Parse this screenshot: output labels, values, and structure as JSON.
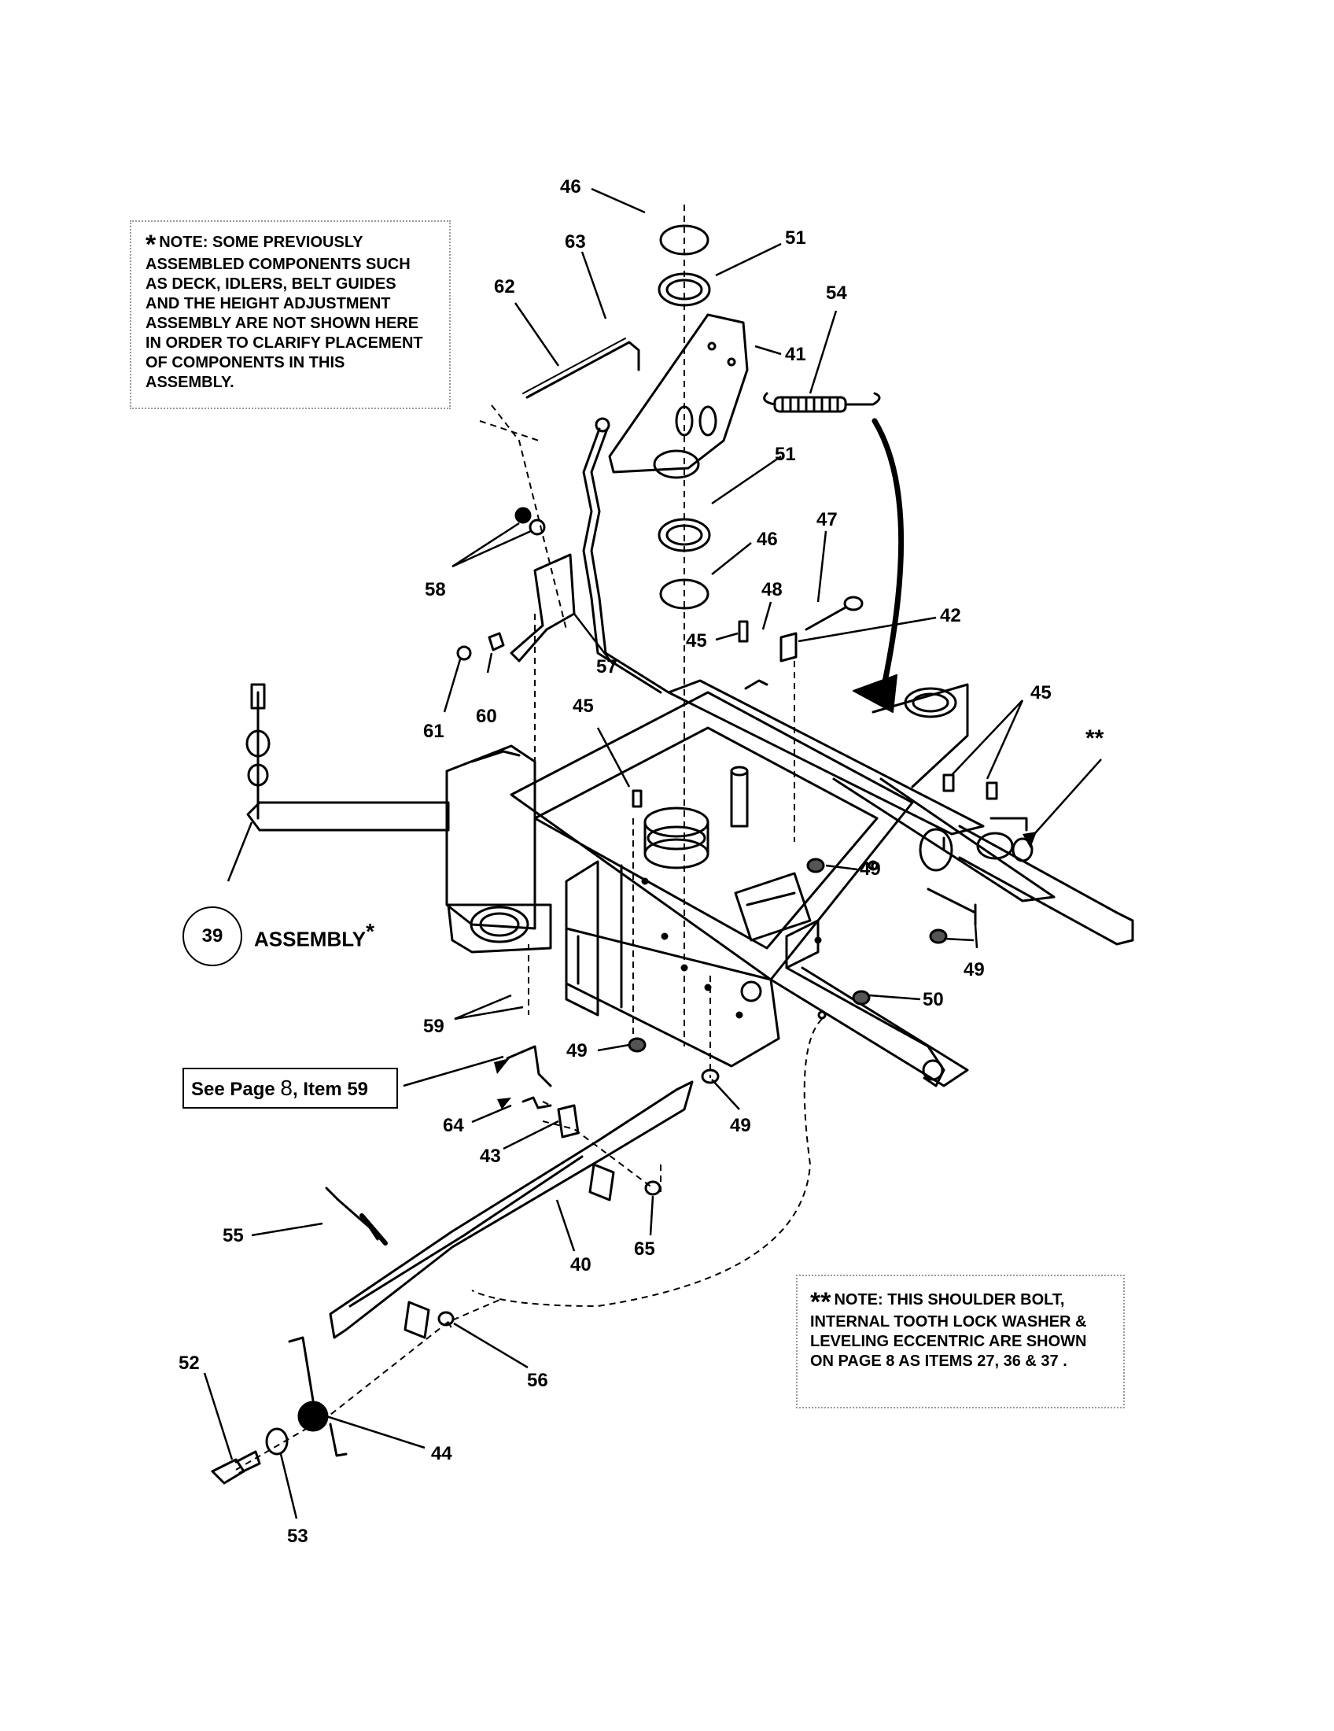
{
  "note_top": {
    "star": "*",
    "lines": [
      "NOTE: SOME PREVIOUSLY",
      "ASSEMBLED COMPONENTS SUCH",
      "AS DECK, IDLERS, BELT GUIDES",
      "AND THE HEIGHT ADJUSTMENT",
      "ASSEMBLY ARE NOT SHOWN HERE",
      "IN ORDER TO CLARIFY PLACEMENT",
      "OF COMPONENTS IN THIS",
      "ASSEMBLY."
    ]
  },
  "note_bottom": {
    "star": "**",
    "lines": [
      "NOTE: THIS SHOULDER BOLT,",
      "INTERNAL TOOTH LOCK WASHER &",
      "LEVELING ECCENTRIC ARE SHOWN",
      "ON PAGE 8  AS ITEMS 27, 36 & 37 ."
    ]
  },
  "reference_box": {
    "prefix": "See Page ",
    "page": "8",
    "suffix": ", Item 59"
  },
  "assembly_callout": {
    "number": "39",
    "label": "ASSEMBLY",
    "star": "*"
  },
  "double_star_marker": "**",
  "part_labels": {
    "p46a": "46",
    "p63": "63",
    "p51a": "51",
    "p62": "62",
    "p54": "54",
    "p41": "41",
    "p51b": "51",
    "p46b": "46",
    "p47": "47",
    "p58": "58",
    "p48": "48",
    "p42": "42",
    "p45a": "45",
    "p57": "57",
    "p45b": "45",
    "p45c": "45",
    "p61": "61",
    "p60": "60",
    "p49a": "49",
    "p49b": "49",
    "p50": "50",
    "p59": "59",
    "p49c": "49",
    "p49d": "49",
    "p64": "64",
    "p43": "43",
    "p55": "55",
    "p40": "40",
    "p65": "65",
    "p56": "56",
    "p52": "52",
    "p44": "44",
    "p53": "53"
  }
}
